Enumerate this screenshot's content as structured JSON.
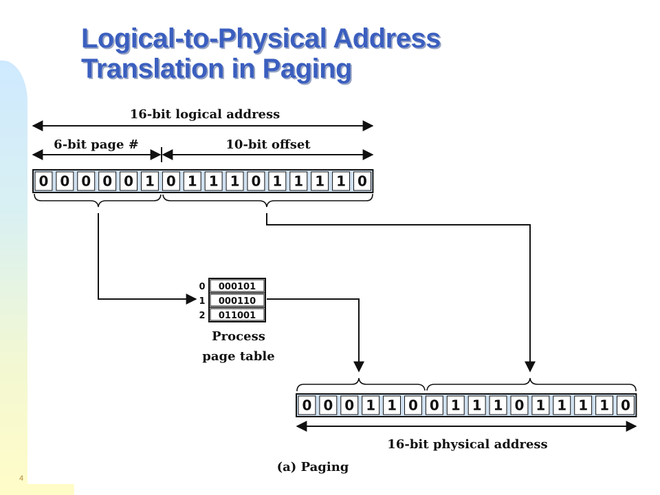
{
  "title": {
    "line1": "Logical-to-Physical Address",
    "line2": "Translation in Paging"
  },
  "page_number": "4",
  "diagram": {
    "logical_address_label": "16-bit logical address",
    "page_field_label": "6-bit page #",
    "offset_field_label": "10-bit offset",
    "logical_bits": [
      "0",
      "0",
      "0",
      "0",
      "0",
      "1",
      "0",
      "1",
      "1",
      "1",
      "0",
      "1",
      "1",
      "1",
      "1",
      "0"
    ],
    "page_table": {
      "rows": [
        {
          "index": "0",
          "frame": "000101"
        },
        {
          "index": "1",
          "frame": "000110"
        },
        {
          "index": "2",
          "frame": "011001"
        }
      ],
      "caption_line1": "Process",
      "caption_line2": "page table"
    },
    "physical_bits": [
      "0",
      "0",
      "0",
      "1",
      "1",
      "0",
      "0",
      "1",
      "1",
      "1",
      "0",
      "1",
      "1",
      "1",
      "1",
      "0"
    ],
    "physical_address_label": "16-bit physical address",
    "figure_caption": "(a) Paging"
  },
  "colors": {
    "title": "#3b5fbf",
    "title_shadow": "#9aa6c4",
    "bit_fill": "#cfe0f0",
    "lines": "#111111"
  }
}
